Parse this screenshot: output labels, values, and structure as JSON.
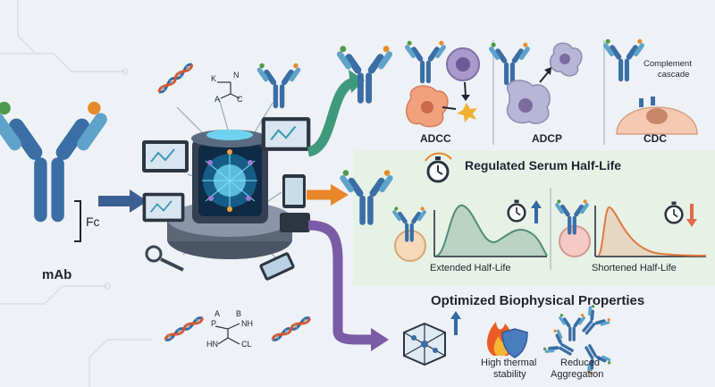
{
  "input": {
    "label": "mAb",
    "region_label": "Fc"
  },
  "chem_top": {
    "letters": [
      "K",
      "N",
      "A",
      "C"
    ]
  },
  "chem_bottom": {
    "letters": [
      "A",
      "B",
      "P",
      "NH",
      "HN",
      "CL"
    ]
  },
  "effector": {
    "adcc": "ADCC",
    "adcp": "ADCP",
    "cdc": "CDC",
    "complement_line1": "Complement",
    "complement_line2": "cascade"
  },
  "halflife": {
    "title": "Regulated Serum Half-Life",
    "extended": "Extended Half-Life",
    "shortened": "Shortened Half-Life"
  },
  "biophys": {
    "title": "Optimized Biophysical Properties",
    "thermal_line1": "High thermal",
    "thermal_line2": "stability",
    "agg_line1": "Reduced",
    "agg_line2": "Aggregation"
  },
  "colors": {
    "teal_arrow": "#3f9a7c",
    "orange_arrow": "#e8862c",
    "purple_arrow": "#7b5aa6",
    "blue_arrow": "#3b5f93",
    "heavy_chain": "#3a6ea5",
    "light_chain": "#5ea3c9",
    "cdr_green": "#4f9a4a",
    "cdr_orange": "#e58a2b",
    "panel_green": "#e8f1e6",
    "curve_green": "#4f8d78",
    "curve_orange": "#e27840"
  },
  "icons": [
    "dna-icon",
    "antibody-icon",
    "server-icon",
    "monitor-icon",
    "phone-icon",
    "stopwatch-icon",
    "flame-icon",
    "shield-icon",
    "lattice-icon",
    "arrow-up-icon",
    "arrow-down-icon"
  ]
}
